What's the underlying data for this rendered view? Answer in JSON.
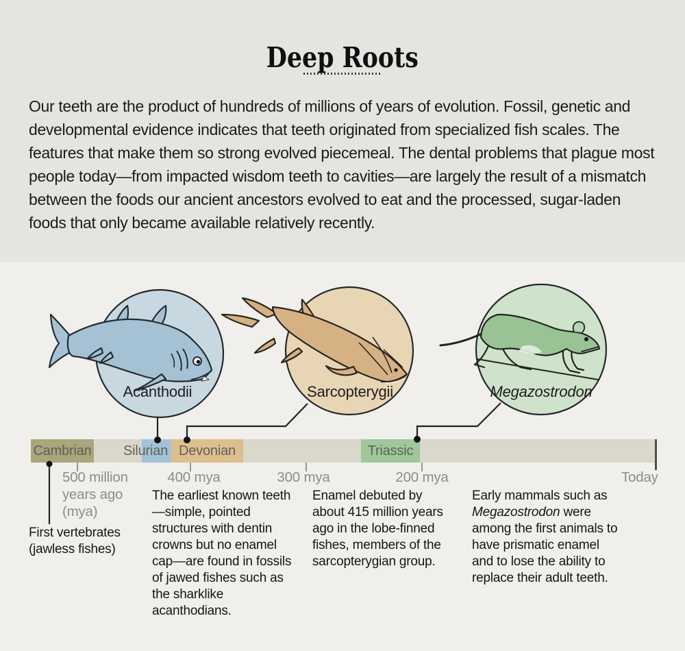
{
  "header": {
    "title": "Deep Roots",
    "intro": "Our teeth are the product of hundreds of millions of years of evolution. Fossil, genetic and developmental evidence indicates that teeth originated from specialized fish scales. The features that make them so strong evolved piecemeal. The dental problems that plague most people today—from impacted wisdom teeth to cavities—are largely the result of a mismatch between the foods our ancient ancestors evolved to eat and the processed, sugar-laden foods that only became available relatively recently."
  },
  "colors": {
    "header_bg": "#e5e4e1",
    "diagram_bg": "#f0efec",
    "bar": "#d9d8cb"
  },
  "diagram": {
    "species": [
      {
        "label": "Acanthodii",
        "circle_color": "#c8d8e1",
        "animal_color": "#a5c2d5"
      },
      {
        "label": "Sarcopterygii",
        "circle_color": "#e8d5b4",
        "animal_color": "#d5b184"
      },
      {
        "label": "Megazostrodon",
        "circle_color": "#cfe2ca",
        "animal_color": "#99c295"
      }
    ],
    "timeline": {
      "periods": [
        {
          "name": "Cambrian",
          "color": "#a9a67b"
        },
        {
          "name": "Silurian",
          "color": "#a2c2d7"
        },
        {
          "name": "Devonian",
          "color": "#ddbf8e"
        },
        {
          "name": "Triassic",
          "color": "#9fc79a"
        }
      ],
      "ticks": [
        {
          "lines": [
            "500 million",
            "years ago",
            "(mya)"
          ]
        },
        {
          "label": "400 mya"
        },
        {
          "label": "300 mya"
        },
        {
          "label": "200 mya"
        },
        {
          "label": "Today"
        }
      ]
    },
    "annotations": [
      {
        "text": "First vertebrates (jawless fishes)"
      },
      {
        "text": "The earliest known teeth—simple, pointed structures with dentin crowns but no enamel cap—are found in fossils of jawed fishes such as the sharklike acanthodians."
      },
      {
        "text": "Enamel debuted by about 415 million years ago in the lobe-finned fishes, members of the sarcopterygian group."
      },
      {
        "parts": {
          "before": "Early mammals such as ",
          "italic": "Megazostrodon",
          "after": " were among the first animals to have prismatic enamel and to lose the ability to replace their adult teeth."
        }
      }
    ]
  }
}
